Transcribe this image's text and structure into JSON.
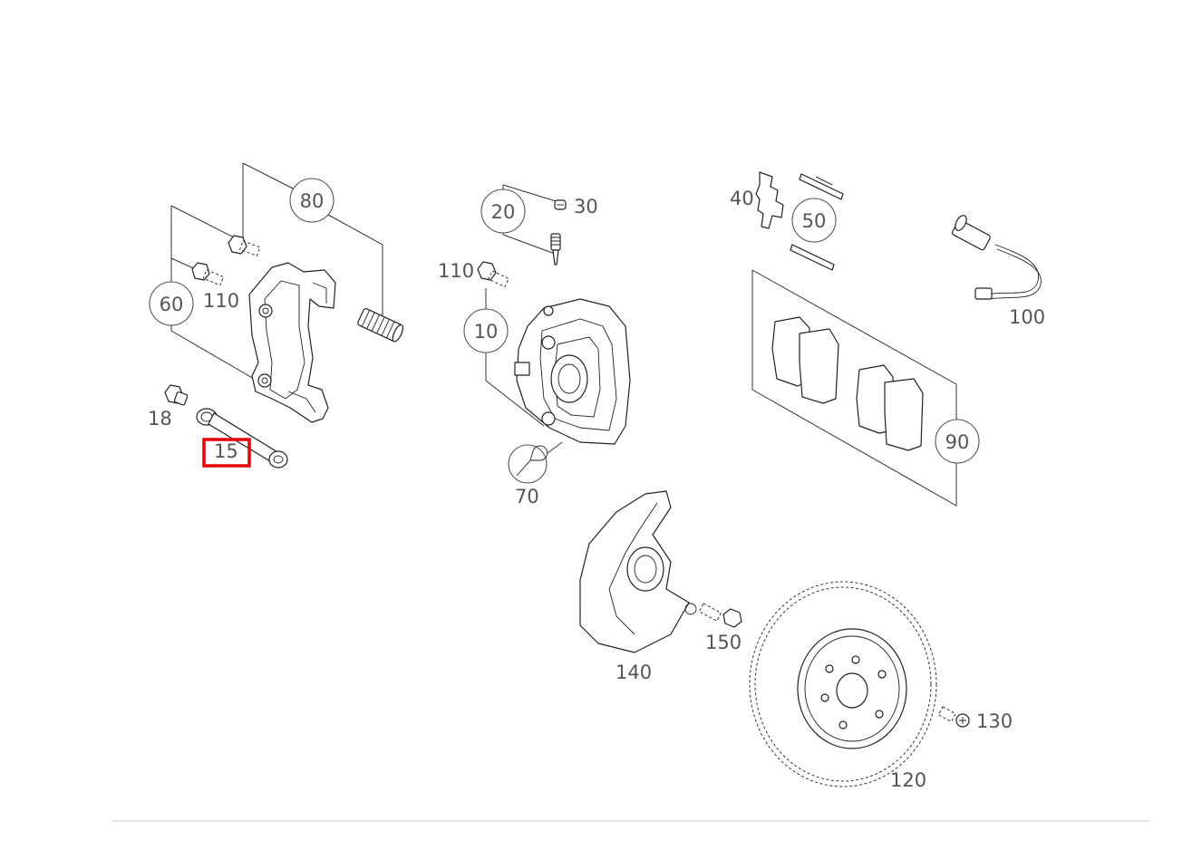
{
  "parts": {
    "p10": {
      "label": "10"
    },
    "p15": {
      "label": "15",
      "selected": true
    },
    "p18": {
      "label": "18"
    },
    "p20": {
      "label": "20"
    },
    "p30": {
      "label": "30"
    },
    "p40": {
      "label": "40"
    },
    "p50": {
      "label": "50"
    },
    "p60": {
      "label": "60"
    },
    "p70": {
      "label": "70"
    },
    "p80": {
      "label": "80"
    },
    "p90": {
      "label": "90"
    },
    "p100": {
      "label": "100"
    },
    "p110a": {
      "label": "110"
    },
    "p110b": {
      "label": "110"
    },
    "p120": {
      "label": "120"
    },
    "p130": {
      "label": "130"
    },
    "p140": {
      "label": "140"
    },
    "p150": {
      "label": "150"
    }
  },
  "highlight_color": "#e8000b"
}
